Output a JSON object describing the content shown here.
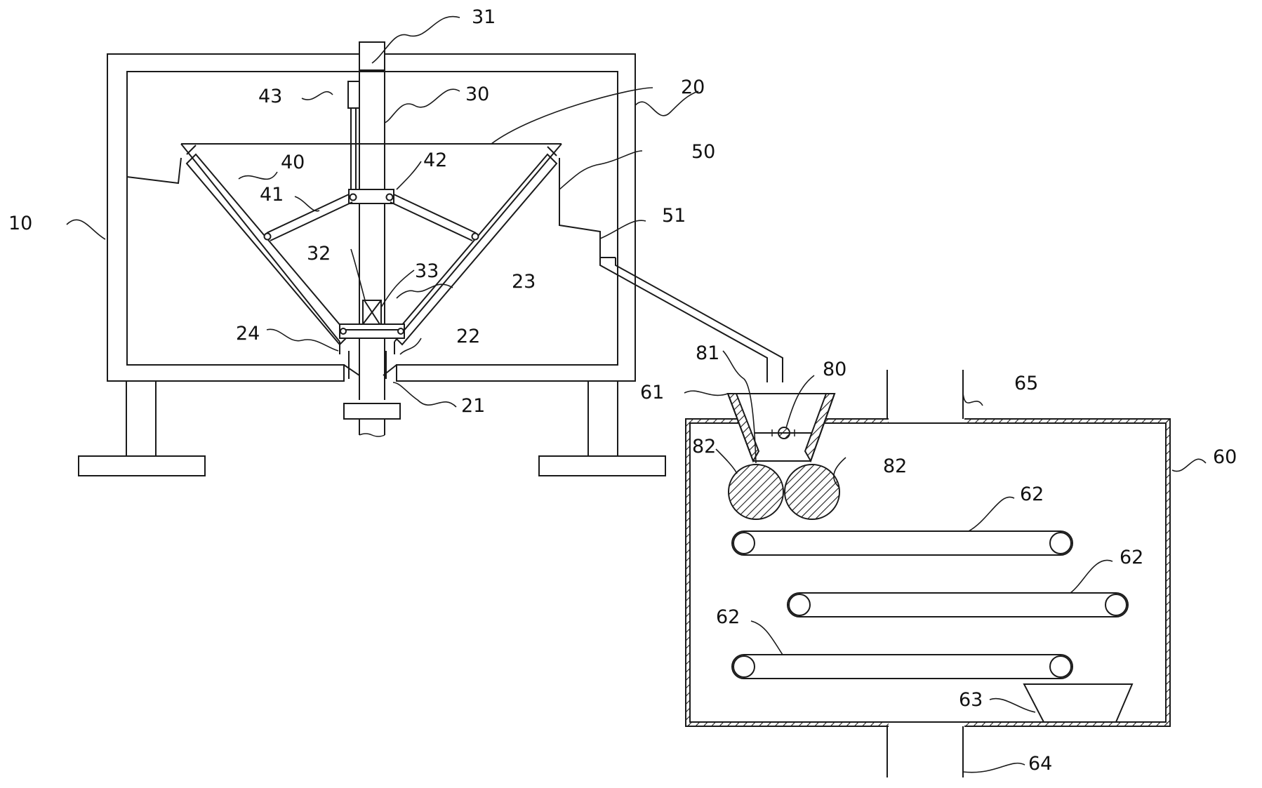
{
  "labels": {
    "l10": "10",
    "l20": "20",
    "l21": "21",
    "l22": "22",
    "l23": "23",
    "l24": "24",
    "l30": "30",
    "l31": "31",
    "l32": "32",
    "l33": "33",
    "l40": "40",
    "l41": "41",
    "l42": "42",
    "l43": "43",
    "l50": "50",
    "l51": "51",
    "l60": "60",
    "l61": "61",
    "l62a": "62",
    "l62b": "62",
    "l62c": "62",
    "l63": "63",
    "l64": "64",
    "l65": "65",
    "l80": "80",
    "l81": "81",
    "l82a": "82",
    "l82b": "82"
  },
  "colors": {
    "line": "#1a1a1a",
    "background": "#ffffff"
  }
}
